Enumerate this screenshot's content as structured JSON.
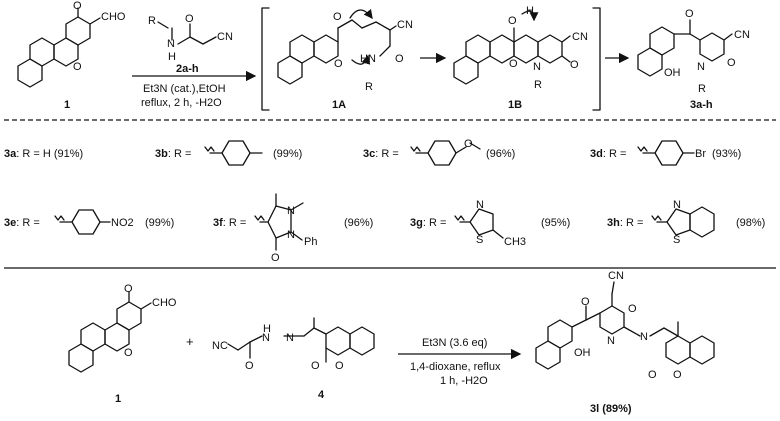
{
  "atoms": {
    "O": "O",
    "CHO": "CHO",
    "CN": "CN",
    "OH": "OH",
    "H": "H",
    "R": "R",
    "N": "N",
    "HN": "HN",
    "S": "S",
    "Ph": "Ph",
    "CH3": "CH3",
    "Br": "Br",
    "NO2": "NO2",
    "NN": "N—N",
    "N2": "N"
  },
  "top_reaction": {
    "reactant_label": "1",
    "reagent_label": "2a-h",
    "conditions": [
      "Et3N (cat.),EtOH",
      "reflux, 2 h, -H2O"
    ],
    "intermediates": [
      "1A",
      "1B"
    ],
    "product_label": "3a-h"
  },
  "substituents": [
    {
      "id": "3a",
      "text": ": R = H (91%)"
    },
    {
      "id": "3b",
      "yield": "(99%)"
    },
    {
      "id": "3c",
      "yield": "(96%)"
    },
    {
      "id": "3d",
      "yield": "(93%)"
    },
    {
      "id": "3e",
      "yield": "(99%)"
    },
    {
      "id": "3f",
      "yield": "(96%)"
    },
    {
      "id": "3g",
      "yield": "(95%)"
    },
    {
      "id": "3h",
      "yield": "(98%)"
    }
  ],
  "r_prefix": ": R =",
  "bottom_reaction": {
    "reactant_label": "1",
    "plus": "+",
    "reagent_label": "4",
    "conditions": [
      "Et3N (3.6 eq)",
      "1,4-dioxane, reflux",
      "1 h, -H2O"
    ],
    "product_label": "3l (89%)"
  }
}
